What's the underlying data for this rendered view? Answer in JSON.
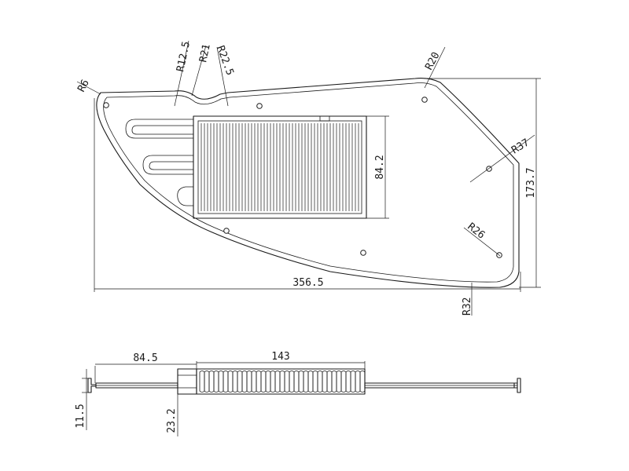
{
  "dimensions": {
    "r6": "R6",
    "r12_5": "R12.5",
    "r21": "R21",
    "r22_5": "R22.5",
    "r20": "R20",
    "r37": "R37",
    "height_173_7": "173.7",
    "depth_84_2": "84.2",
    "r26": "R26",
    "width_356_5": "356.5",
    "r32": "R32",
    "side_84_5": "84.5",
    "side_143": "143",
    "side_11_5": "11.5",
    "side_23_2": "23.2"
  }
}
